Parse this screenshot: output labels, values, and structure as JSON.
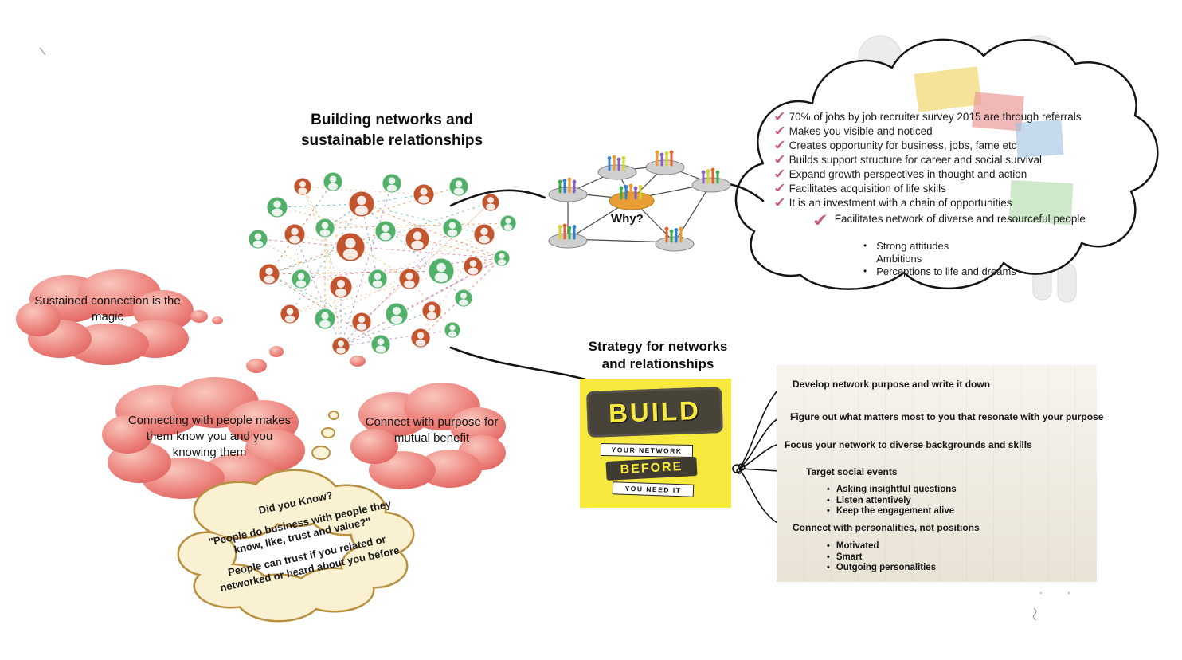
{
  "title": {
    "line1": "Building networks and",
    "line2": "sustainable relationships"
  },
  "why": {
    "label": "Why?"
  },
  "icons": {
    "check": "✔",
    "bullet": "•"
  },
  "colors": {
    "check_color": "#c0607e",
    "thought_cloud": "#ec837c",
    "yellow_cloud_outline": "#b89140",
    "poster_bg": "#f7e93d"
  },
  "collage_palette": [
    "#e2703a",
    "#3d8fd1",
    "#53b06a",
    "#9a67c9",
    "#e3b53b",
    "#d95f82",
    "#46b8a8",
    "#c2542e",
    "#6a7fd6",
    "#e08a2e"
  ],
  "benefits_cloud": {
    "items": [
      "70% of jobs by job recruiter survey 2015 are through referrals",
      "Makes you visible and noticed",
      "Creates opportunity for business, jobs, fame etc",
      "Builds support structure for career and social survival",
      "Expand growth perspectives in thought and action",
      "Facilitates acquisition of life skills",
      "It is an investment with a chain of opportunities"
    ],
    "highlight_item": "Facilitates network of diverse and resourceful people",
    "sub_bullets": [
      "Strong attitudes",
      "Ambitions",
      "Perceptions to life and dreams"
    ]
  },
  "thought_bubbles": [
    {
      "text": "Sustained connection is the magic"
    },
    {
      "text": "Connecting with people makes them know you and you knowing them"
    },
    {
      "text": "Connect with purpose for mutual benefit"
    }
  ],
  "yellow_bubble": {
    "line1": "Did you Know?",
    "line2": "\"People do business with people they know, like, trust and value?\"",
    "line3": "People can trust if you related or networked or heard about you before"
  },
  "strategy": {
    "title_line1": "Strategy for networks",
    "title_line2": "and relationships",
    "items": [
      {
        "label": "Develop network purpose and write it down",
        "sub": []
      },
      {
        "label": "Figure out what matters most to you that resonate with your purpose",
        "sub": []
      },
      {
        "label": "Focus your network to diverse backgrounds and skills",
        "sub": []
      },
      {
        "label": "Target social events",
        "sub": [
          "Asking insightful questions",
          "Listen attentively",
          "Keep the engagement alive"
        ]
      },
      {
        "label": "Connect with personalities, not positions",
        "sub": [
          "Motivated",
          "Smart",
          "Outgoing personalities"
        ]
      }
    ]
  },
  "build_poster": {
    "word1": "BUILD",
    "word2": "YOUR NETWORK",
    "word3": "BEFORE",
    "word4": "YOU NEED IT"
  }
}
